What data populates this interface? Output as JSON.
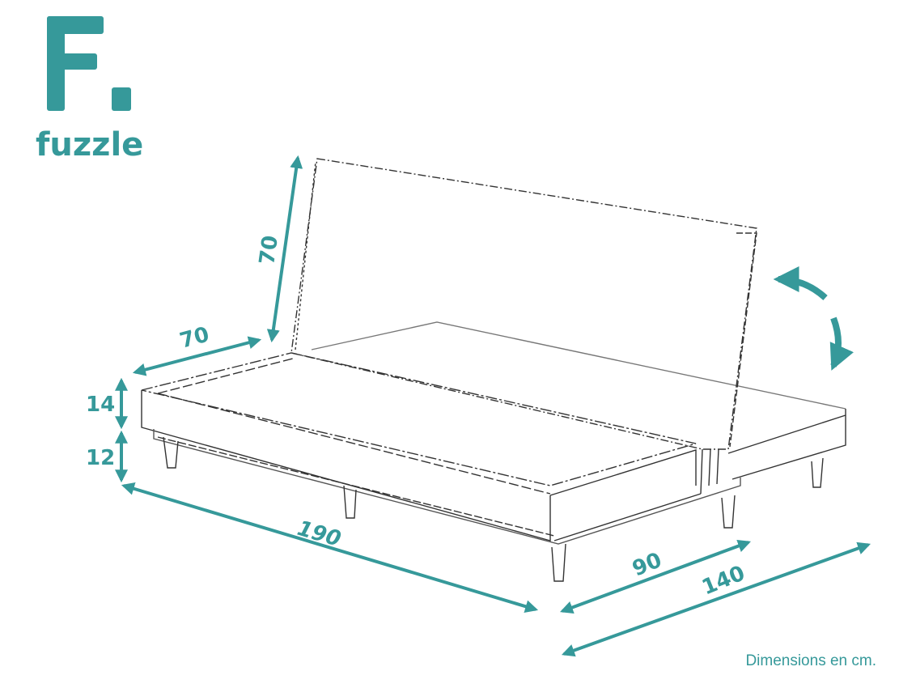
{
  "brand": {
    "logo_letter": "F.",
    "name": "fuzzle",
    "color": "#36999a"
  },
  "diagram": {
    "subject": "sofa bed with reclining backrest",
    "line_color": "#333333",
    "accent_color": "#36999a",
    "dimensions": {
      "backrest_height": "70",
      "seat_depth": "70",
      "mattress_height": "14",
      "leg_height": "12",
      "length": "190",
      "seat_width": "90",
      "bed_width": "140"
    },
    "recline_arrow": "backrest-rotation"
  },
  "footer": {
    "units_note": "Dimensions en cm."
  }
}
